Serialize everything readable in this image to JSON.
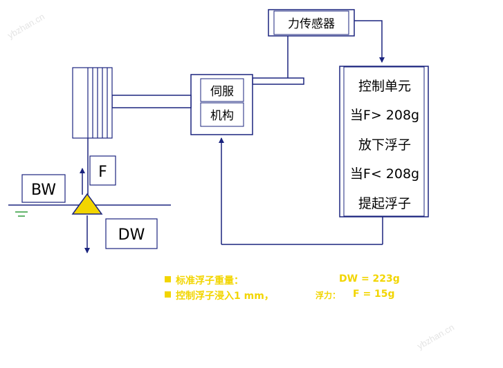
{
  "watermarks": [
    "ybzhan.cn",
    "ybzhan.cn"
  ],
  "diagram": {
    "sensor_label": "力传感器",
    "servo_label_line1": "伺服",
    "servo_label_line2": "机构",
    "control_lines": [
      "控制单元",
      "当F> 208g",
      "放下浮子",
      "当F< 208g",
      "提起浮子"
    ],
    "label_f": "F",
    "label_bw": "BW",
    "label_dw": "DW"
  },
  "notes": [
    {
      "text": "标准浮子重量：",
      "value": "DW = 223g"
    },
    {
      "text": "控制浮子浸入1 mm，",
      "mid": "浮力：",
      "value": "F = 15g"
    }
  ],
  "colors": {
    "line": "#1a237e",
    "float": "#f2d500",
    "water_mark": "#2e9b3a",
    "note_text": "#f2d500"
  }
}
